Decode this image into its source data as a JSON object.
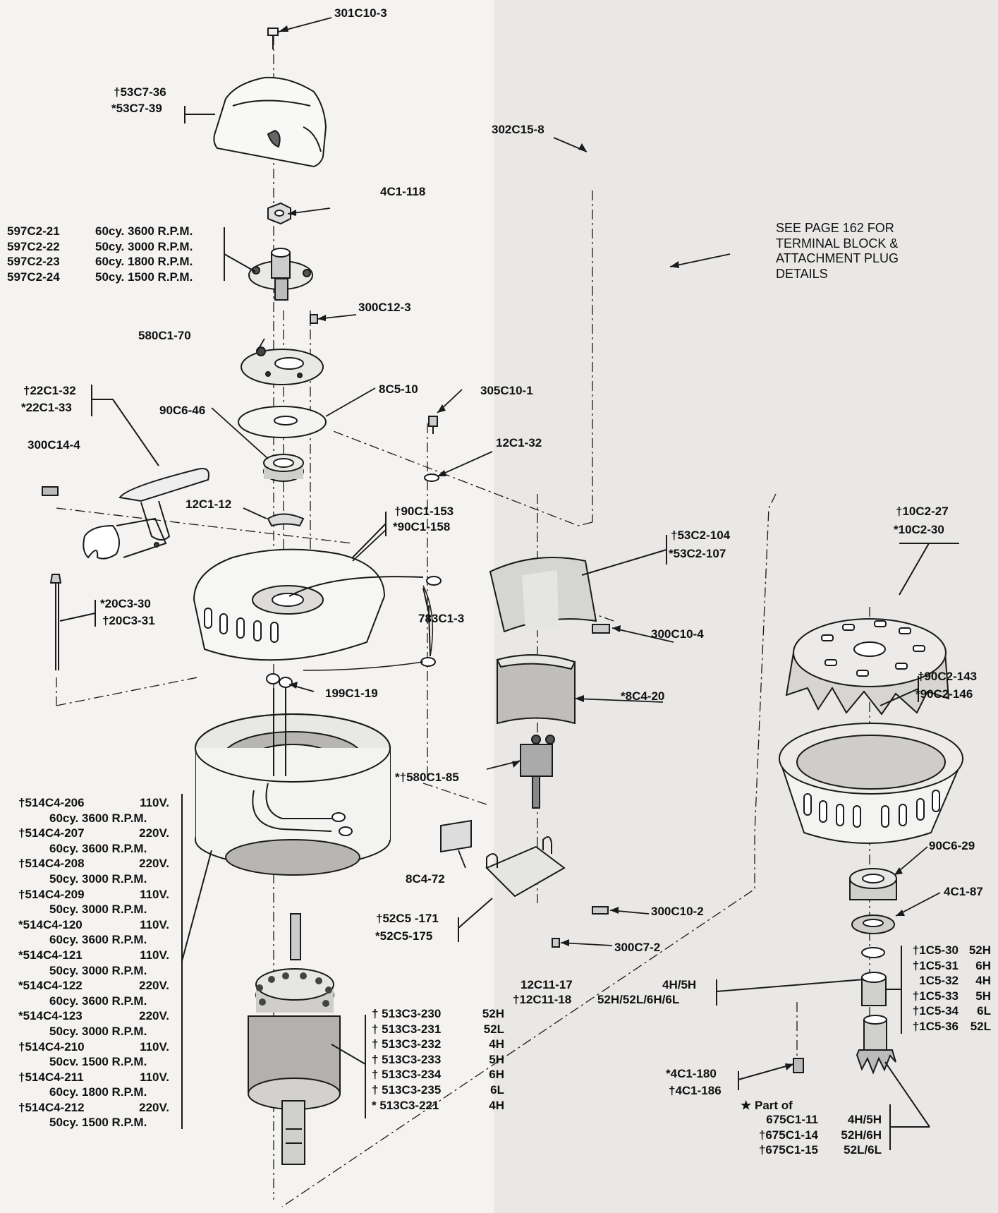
{
  "labels": {
    "p301c10_3": "301C10-3",
    "p53c7_36": "†53C7-36",
    "p53c7_39": "*53C7-39",
    "p302c15_8": "302C15-8",
    "p4c1_118": "4C1-118",
    "see_page": [
      "SEE PAGE 162 FOR",
      "TERMINAL BLOCK &",
      "ATTACHMENT PLUG",
      "DETAILS"
    ],
    "p300c12_3": "300C12-3",
    "p580c1_70": "580C1-70",
    "p22c1_32": "†22C1-32",
    "p22c1_33": "*22C1-33",
    "p8c5_10": "8C5-10",
    "p305c10_1": "305C10-1",
    "p90c6_46": "90C6-46",
    "p12c1_32": "12C1-32",
    "p300c14_4": "300C14-4",
    "p12c1_12": "12C1-12",
    "p90c1_153": "†90C1-153",
    "p90c1_158": "*90C1-158",
    "p10c2_27": "†10C2-27",
    "p10c2_30": "*10C2-30",
    "p53c2_104": "†53C2-104",
    "p53c2_107": "*53C2-107",
    "p20c3_30": "*20C3-30",
    "p20c3_31": "†20C3-31",
    "p783c1_3": "783C1-3",
    "p300c10_4": "300C10-4",
    "p199c1_19": "199C1-19",
    "p8c4_20": "*8C4-20",
    "p90c2_143": "†90C2-143",
    "p90c2_146": "*90C2-146",
    "p580c1_85": "*†580C1-85",
    "p90c6_29": "90C6-29",
    "p8c4_72": "8C4-72",
    "p4c1_87": "4C1-87",
    "p52c5_171": "†52C5 -171",
    "p52c5_175": "*52C5-175",
    "p300c10_2": "300C10-2",
    "p300c7_2": "300C7-2",
    "p12c11_17": "12C11-17",
    "p12c11_18": "†12C11-18",
    "g12c11_17": "4H/5H",
    "g12c11_18": "52H/52L/6H/6L",
    "p4c1_180": "*4C1-180",
    "p4c1_186": "†4C1-186",
    "part_of": "Part of"
  },
  "fan_cap_table": [
    {
      "part": "597C2-21",
      "desc": "60cy. 3600 R.P.M."
    },
    {
      "part": "597C2-22",
      "desc": "50cy. 3000 R.P.M."
    },
    {
      "part": "597C2-23",
      "desc": "60cy. 1800 R.P.M."
    },
    {
      "part": "597C2-24",
      "desc": "50cy. 1500 R.P.M."
    }
  ],
  "field_table": [
    {
      "part": "†514C4-206",
      "volt": "110V.",
      "desc": "60cy. 3600 R.P.M."
    },
    {
      "part": "†514C4-207",
      "volt": "220V.",
      "desc": "60cy. 3600 R.P.M."
    },
    {
      "part": "†514C4-208",
      "volt": "220V.",
      "desc": "50cy. 3000 R.P.M."
    },
    {
      "part": "†514C4-209",
      "volt": "110V.",
      "desc": "50cy. 3000 R.P.M."
    },
    {
      "part": "*514C4-120",
      "volt": "110V.",
      "desc": "60cy. 3600 R.P.M."
    },
    {
      "part": "*514C4-121",
      "volt": "110V.",
      "desc": "50cy. 3000 R.P.M."
    },
    {
      "part": "*514C4-122",
      "volt": "220V.",
      "desc": "60cy. 3600 R.P.M."
    },
    {
      "part": "*514C4-123",
      "volt": "220V.",
      "desc": "50cy. 3000 R.P.M."
    },
    {
      "part": "†514C4-210",
      "volt": "110V.",
      "desc": "50cv. 1500 R.P.M."
    },
    {
      "part": "†514C4-211",
      "volt": "110V.",
      "desc": "60cy. 1800 R.P.M."
    },
    {
      "part": "†514C4-212",
      "volt": "220V.",
      "desc": "50cy. 1500 R.P.M."
    }
  ],
  "armature_table": [
    {
      "part": "† 513C3-230",
      "code": "52H"
    },
    {
      "part": "† 513C3-231",
      "code": "52L"
    },
    {
      "part": "† 513C3-232",
      "code": "4H"
    },
    {
      "part": "† 513C3-233",
      "code": "5H"
    },
    {
      "part": "† 513C3-234",
      "code": "6H"
    },
    {
      "part": "† 513C3-235",
      "code": "6L"
    },
    {
      "part": "* 513C3-221",
      "code": "4H"
    }
  ],
  "gear_table": [
    {
      "part": "†1C5-30",
      "code": "52H"
    },
    {
      "part": "†1C5-31",
      "code": "6H"
    },
    {
      "part": "1C5-32",
      "code": "4H"
    },
    {
      "part": "†1C5-33",
      "code": "5H"
    },
    {
      "part": "†1C5-34",
      "code": "6L"
    },
    {
      "part": "†1C5-36",
      "code": "52L"
    }
  ],
  "assembly_table": [
    {
      "part": "675C1-11",
      "code": "4H/5H"
    },
    {
      "part": "†675C1-14",
      "code": "52H/6H"
    },
    {
      "part": "†675C1-15",
      "code": "52L/6L"
    }
  ]
}
